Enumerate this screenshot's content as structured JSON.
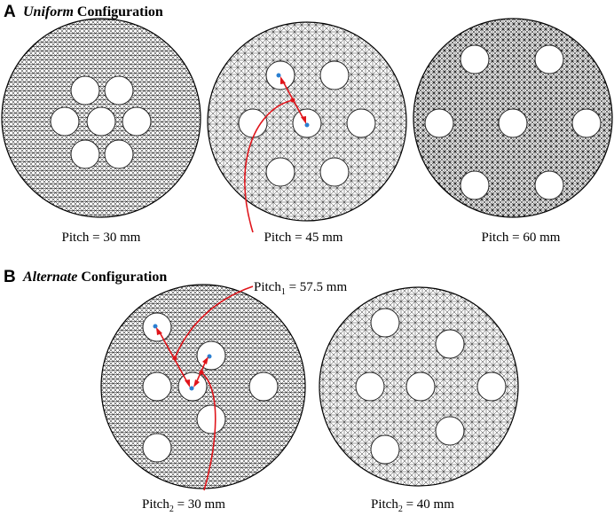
{
  "panelA": {
    "letter": "A",
    "title_italic": "Uniform",
    "title_rest": " Configuration",
    "captions": [
      "Pitch = 30 mm",
      "Pitch = 45 mm",
      "Pitch = 60 mm"
    ]
  },
  "panelB": {
    "letter": "B",
    "title_italic": "Alternate",
    "title_rest": " Configuration",
    "pitch1_label": {
      "base": "Pitch",
      "sub": "1",
      "rest": " = 57.5 mm"
    },
    "pitch2a_label": {
      "base": "Pitch",
      "sub": "2",
      "rest": " = 30 mm"
    },
    "pitch2b_label": {
      "base": "Pitch",
      "sub": "2",
      "rest": " = 40 mm"
    }
  },
  "colors": {
    "arrow": "#e0151b",
    "center_dot": "#2a7fd1",
    "mesh": "#1a1a1a"
  }
}
